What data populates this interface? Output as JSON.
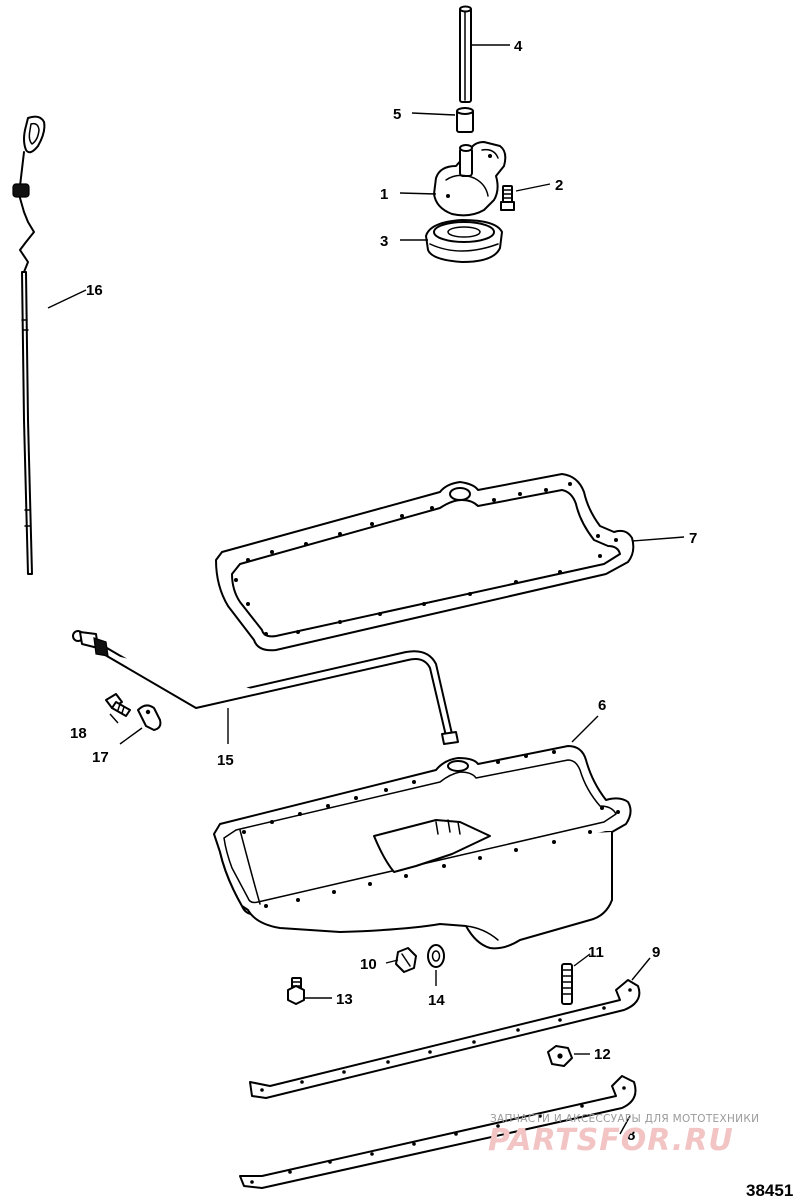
{
  "figure": {
    "number": "38451"
  },
  "callouts": [
    {
      "id": "1",
      "label": "1"
    },
    {
      "id": "2",
      "label": "2"
    },
    {
      "id": "3",
      "label": "3"
    },
    {
      "id": "4",
      "label": "4"
    },
    {
      "id": "5",
      "label": "5"
    },
    {
      "id": "6",
      "label": "6"
    },
    {
      "id": "7",
      "label": "7"
    },
    {
      "id": "8",
      "label": "8"
    },
    {
      "id": "9",
      "label": "9"
    },
    {
      "id": "10",
      "label": "10"
    },
    {
      "id": "11",
      "label": "11"
    },
    {
      "id": "12",
      "label": "12"
    },
    {
      "id": "13",
      "label": "13"
    },
    {
      "id": "14",
      "label": "14"
    },
    {
      "id": "15",
      "label": "15"
    },
    {
      "id": "16",
      "label": "16"
    },
    {
      "id": "17",
      "label": "17"
    },
    {
      "id": "18",
      "label": "18"
    }
  ],
  "watermark": {
    "tagline": "ЗАПЧАСТИ И АКСЕССУАРЫ ДЛЯ МОТОТЕХНИКИ",
    "brand": "PARTSFOR.RU",
    "colors": {
      "brand": "#f2c4c4",
      "tagline": "#9a9a9a"
    }
  }
}
